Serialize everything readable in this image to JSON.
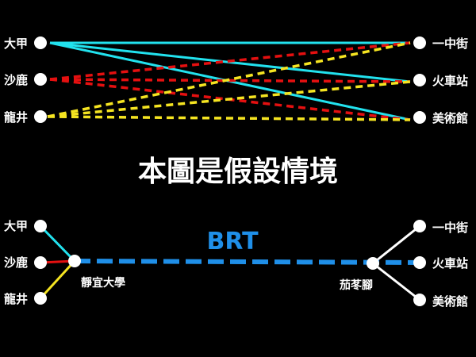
{
  "title": "本圖是假設情境",
  "colors": {
    "background": "#000000",
    "node_fill": "#ffffff",
    "cyan": "#22e2ee",
    "red": "#e41010",
    "yellow": "#f5e421",
    "brt_blue": "#1f8fe8"
  },
  "top_diagram": {
    "left_nodes": [
      "大甲",
      "沙鹿",
      "龍井"
    ],
    "right_nodes": [
      "一中街",
      "火車站",
      "美術館"
    ],
    "connections": [
      {
        "from": "大甲",
        "to": "一中街",
        "color": "cyan",
        "style": "solid"
      },
      {
        "from": "大甲",
        "to": "火車站",
        "color": "cyan",
        "style": "solid"
      },
      {
        "from": "大甲",
        "to": "美術館",
        "color": "cyan",
        "style": "solid"
      },
      {
        "from": "沙鹿",
        "to": "一中街",
        "color": "red",
        "style": "dashed"
      },
      {
        "from": "沙鹿",
        "to": "火車站",
        "color": "red",
        "style": "dashed"
      },
      {
        "from": "沙鹿",
        "to": "美術館",
        "color": "red",
        "style": "dashed"
      },
      {
        "from": "龍井",
        "to": "一中街",
        "color": "yellow",
        "style": "dashed"
      },
      {
        "from": "龍井",
        "to": "火車站",
        "color": "yellow",
        "style": "dashed"
      },
      {
        "from": "龍井",
        "to": "美術館",
        "color": "yellow",
        "style": "dashed"
      }
    ]
  },
  "bottom_diagram": {
    "left_nodes": [
      "大甲",
      "沙鹿",
      "龍井"
    ],
    "right_nodes": [
      "一中街",
      "火車站",
      "美術館"
    ],
    "hub_left": "靜宜大學",
    "hub_right": "茄苳腳",
    "trunk_label": "BRT",
    "feeder_colors": [
      "cyan",
      "red",
      "yellow"
    ]
  }
}
